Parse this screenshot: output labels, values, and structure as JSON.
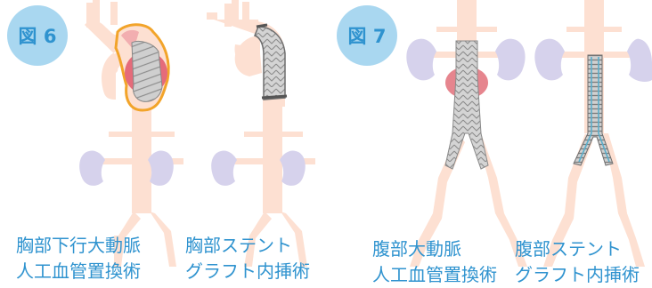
{
  "figure6": {
    "label": "図 6",
    "panels": [
      {
        "caption_line1": "胸部下行大動脈",
        "caption_line2": "人工血管置換術"
      },
      {
        "caption_line1": "胸部ステント",
        "caption_line2": "グラフト内挿術"
      }
    ]
  },
  "figure7": {
    "label": "図 7",
    "panels": [
      {
        "caption_line1": "腹部大動脈",
        "caption_line2": "人工血管置換術"
      },
      {
        "caption_line1": "腹部ステント",
        "caption_line2": "グラフト内挿術"
      }
    ]
  },
  "colors": {
    "aorta": "#fde0d2",
    "kidney": "#d6d2ec",
    "graft": "#cfcfcf",
    "graft_line": "#888888",
    "aneurysm": "#f2aeb0",
    "aneurysm_dark": "#e56b7a",
    "highlight_border": "#f2a42a",
    "stent_line": "#5aaecb",
    "label_blue": "#2f93cf",
    "badge_bg": "#a9d7f0"
  }
}
